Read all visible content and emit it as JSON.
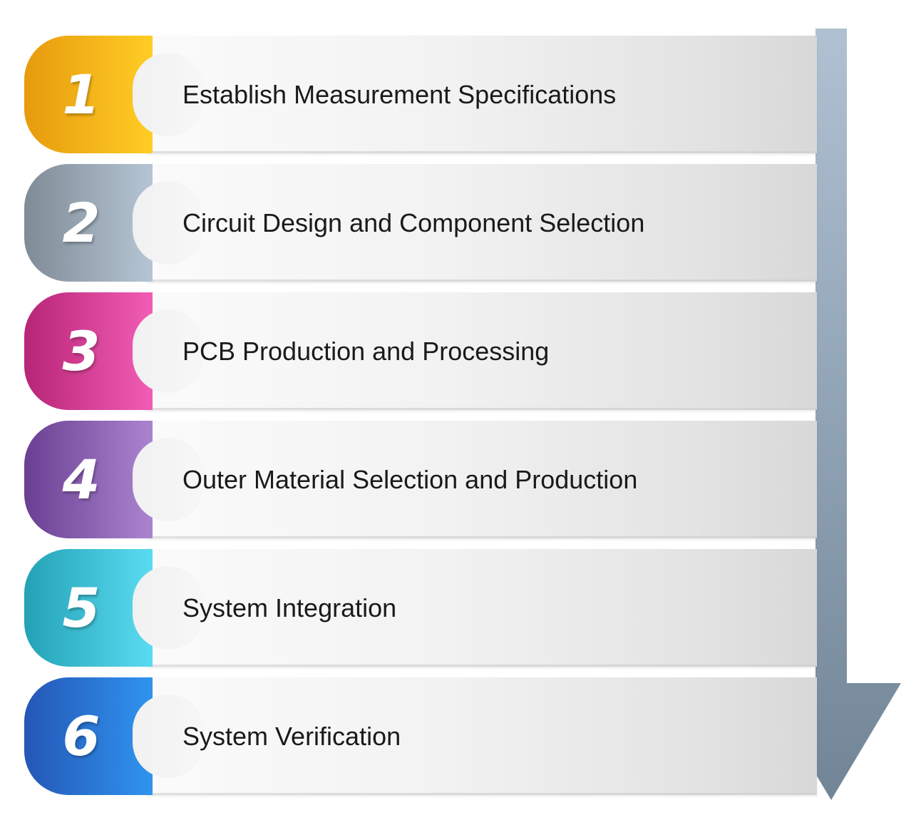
{
  "steps": [
    {
      "number": "1",
      "label": "Establish Measurement Specifications",
      "color_start": "#e79a0e",
      "color_end": "#ffcd24"
    },
    {
      "number": "2",
      "label": "Circuit Design and Component Selection",
      "color_start": "#7f8b96",
      "color_end": "#b6c5d4"
    },
    {
      "number": "3",
      "label": "PCB Production and Processing",
      "color_start": "#b72576",
      "color_end": "#f25db5"
    },
    {
      "number": "4",
      "label": "Outer Material Selection and Production",
      "color_start": "#6a3f92",
      "color_end": "#ab84cf"
    },
    {
      "number": "5",
      "label": "System Integration",
      "color_start": "#23a2b6",
      "color_end": "#5bdbf1"
    },
    {
      "number": "6",
      "label": "System Verification",
      "color_start": "#2556b6",
      "color_end": "#2f94ef"
    }
  ],
  "arrow": {
    "color_top": "#afc1d2",
    "color_bottom": "#728597"
  }
}
